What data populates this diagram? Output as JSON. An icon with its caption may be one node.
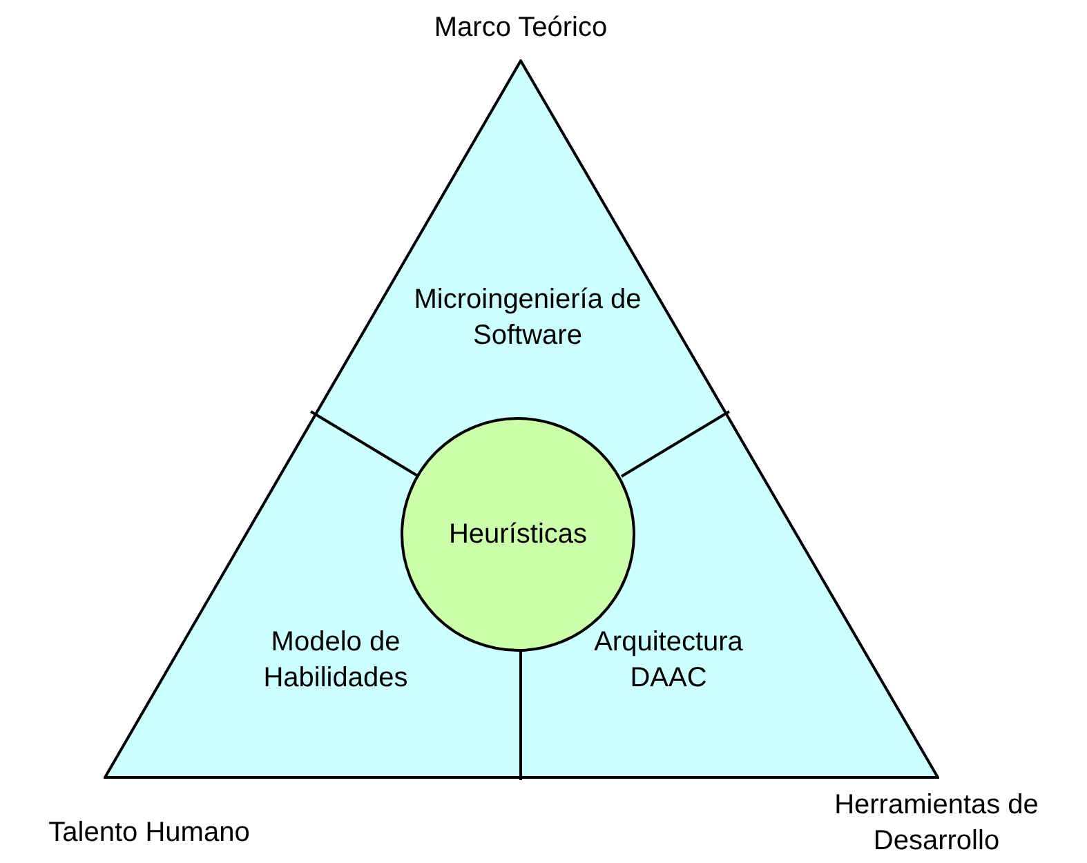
{
  "diagram": {
    "nodes": [
      {
        "text": [],
        "shape": "triangle"
      },
      {
        "text": [
          "Microingeniería de Software"
        ],
        "in": 0
      },
      {
        "text": [
          "Modelo de Habilidades"
        ],
        "in": 0
      },
      {
        "text": [
          "Arquitectura DAAC"
        ],
        "in": 0
      },
      {
        "text": [
          "Heurísticas"
        ],
        "in": 0
      }
    ],
    "edges": [],
    "labels": [
      "Marco Teórico",
      "Talento Humano",
      "Herramientas de Desarrollo"
    ]
  }
}
